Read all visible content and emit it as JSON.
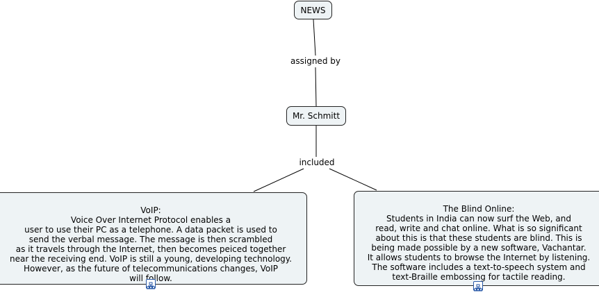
{
  "nodes": {
    "news": "NEWS",
    "schmitt": "Mr. Schmitt",
    "voip": "VoIP:\nVoice Over Internet Protocol enables a\nuser to use their PC as a telephone.  A data packet is used to\nsend the verbal message.  The message is then scrambled\nas it travels through the Internet, then becomes peiced together\nnear the receiving end.  VoIP is still a young, developing technology.\nHowever, as the future of telecommunications changes, VoIP\nwill follow.",
    "blind": "The Blind Online:\nStudents in India can now surf the Web, and\nread, write and chat online.  What is so significant\nabout this is that these students are blind.  This is\nbeing made possible by a new software, Vachantar.\nIt allows students to browse the Internet by listening.\nThe software includes a text-to-speech system and\ntext-Braille embossing for tactile reading."
  },
  "links": {
    "assigned_by": "assigned by",
    "included": "included"
  },
  "icons": {
    "submap": "concept-map-link-icon"
  },
  "colors": {
    "node_fill": "#eef3f5",
    "border": "#222222",
    "icon": "#2a5aa8"
  }
}
